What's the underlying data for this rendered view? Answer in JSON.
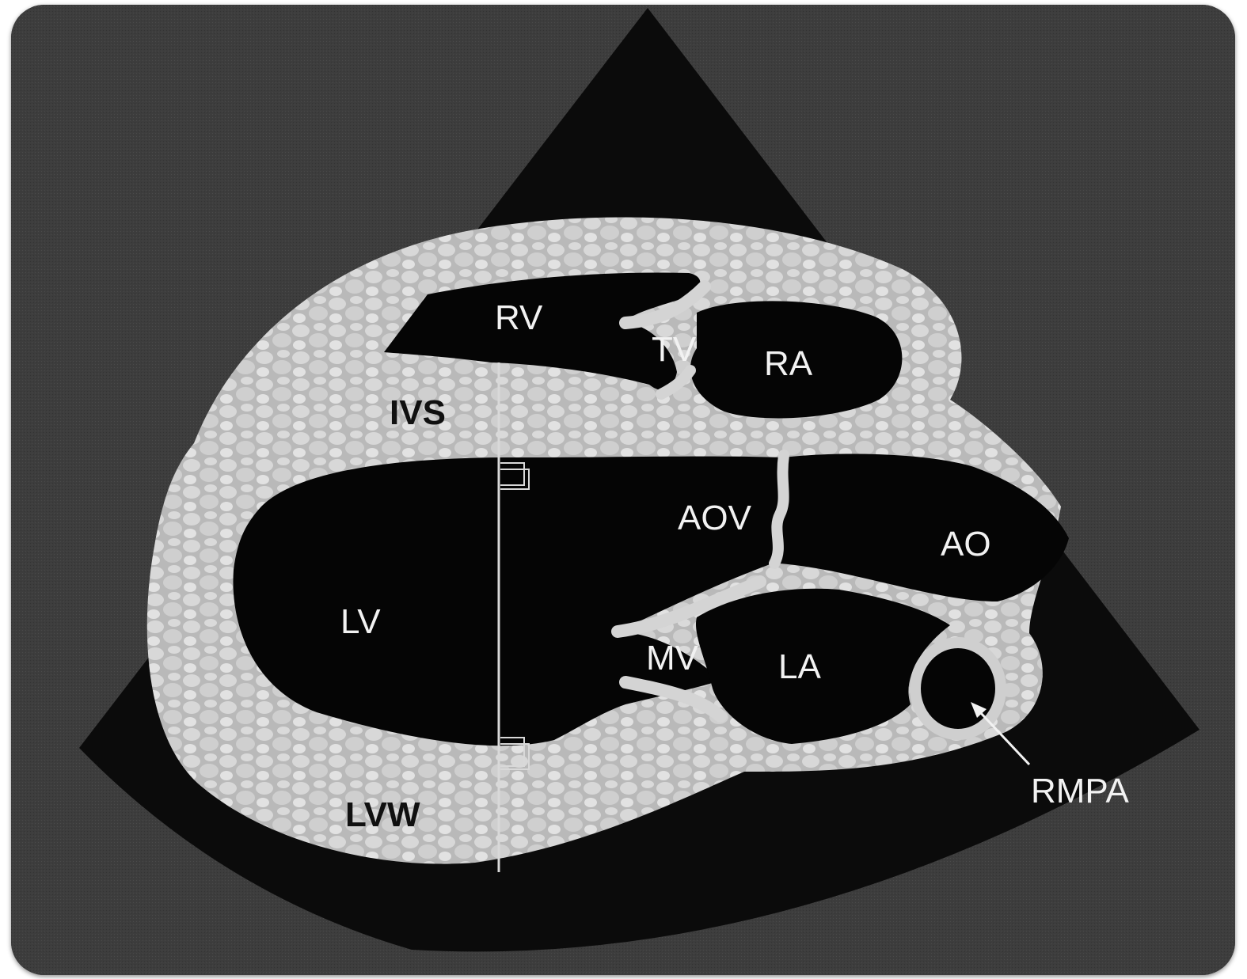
{
  "colors": {
    "background": "#3d3d3d",
    "sector": "#0b0b0b",
    "tissue": "#bdbdbd",
    "tissue_highlight": "#e4e4e4",
    "cavity": "#050505",
    "label_light": "#f2f2f2",
    "label_dark": "#101010"
  },
  "labels": {
    "rv": "RV",
    "tv": "TV",
    "ra": "RA",
    "ivs": "IVS",
    "aov": "AOV",
    "ao": "AO",
    "lv": "LV",
    "mv": "MV",
    "la": "LA",
    "rmpa": "RMPA",
    "lvw": "LVW"
  }
}
